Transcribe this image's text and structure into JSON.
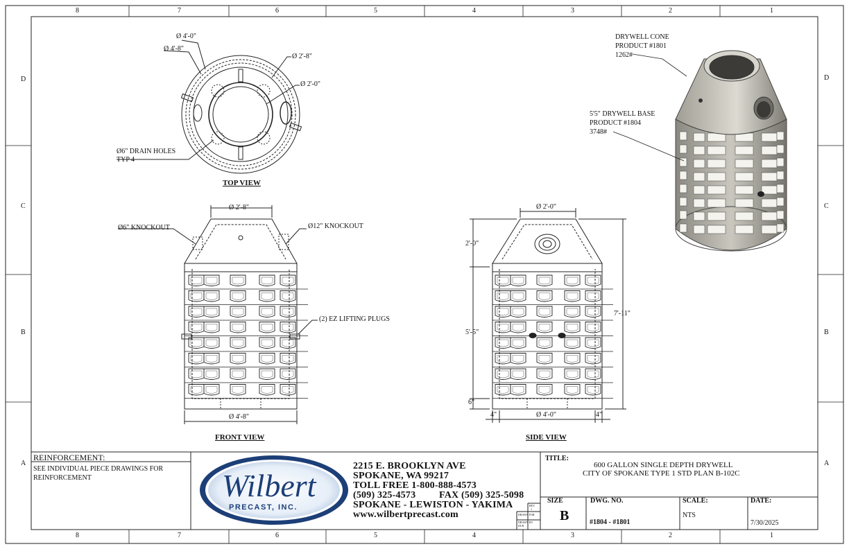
{
  "zones": {
    "columns_top": [
      "8",
      "7",
      "6",
      "5",
      "4",
      "3",
      "2",
      "1"
    ],
    "columns_bottom": [
      "8",
      "7",
      "6",
      "5",
      "4",
      "3",
      "2",
      "1"
    ],
    "rows_left": [
      "D",
      "C",
      "B",
      "A"
    ],
    "rows_right": [
      "D",
      "C",
      "B",
      "A"
    ]
  },
  "top_view": {
    "label": "TOP VIEW",
    "dims": [
      "Ø 4'-0\"",
      "Ø 4'-8\"",
      "Ø 2'-8\"",
      "Ø 2'-0\""
    ],
    "note_drain_line1": "Ø6\" DRAIN HOLES",
    "note_drain_line2": "TYP 4"
  },
  "front_view": {
    "label": "FRONT VIEW",
    "top_dim": "Ø 2'-8\"",
    "bottom_dim": "Ø 4'-8\"",
    "knockout_small": "Ø6\" KNOCKOUT",
    "knockout_large": "Ø12\" KNOCKOUT",
    "lifting": "(2) EZ LIFTING PLUGS"
  },
  "side_view": {
    "label": "SIDE VIEW",
    "top_dim": "Ø 2'-0\"",
    "bottom_dim": "Ø 4'-0\"",
    "cone_height": "2'-0\"",
    "base_height": "5'-5\"",
    "total_height": "7'-11\"",
    "floor": "6\"",
    "wall_left": "4\"",
    "wall_right": "4\""
  },
  "iso_view": {
    "cone_line1": "DRYWELL CONE",
    "cone_line2": "PRODUCT #1801",
    "cone_line3": "1262#",
    "base_line1": "5'5\" DRYWELL BASE",
    "base_line2": "PRODUCT #1804",
    "base_line3": "3748#"
  },
  "title_block": {
    "reinforcement_header": "REINFORCEMENT:",
    "reinforcement_line1": "SEE INDIVIDUAL PIECE DRAWINGS FOR",
    "reinforcement_line2": "REINFORCEMENT",
    "logo_word": "Wilbert",
    "logo_sub": "PRECAST, INC.",
    "address_line1": "2215 E. BROOKLYN AVE",
    "address_line2": "SPOKANE, WA 99217",
    "tollfree": "TOLL FREE 1-800-888-4573",
    "phone": "(509) 325-4573",
    "fax": "FAX (509) 325-5098",
    "cities": "SPOKANE - LEWISTON - YAKIMA",
    "website": "www.wilbertprecast.com",
    "rev_label": "REV.",
    "rev_value": "1",
    "drawn_for_label": "DRAWN FOR",
    "drawn_by_label": "DRAWN BY",
    "drawn_by_value": "DCR",
    "title_label": "TITLE:",
    "title_line1": "600 GALLON SINGLE DEPTH DRYWELL",
    "title_line2": "CITY OF SPOKANE TYPE 1 STD PLAN B-102C",
    "size_label": "SIZE",
    "size_value": "B",
    "dwg_label": "DWG.  NO.",
    "dwg_value": "#1804 - #1801",
    "scale_label": "SCALE:",
    "scale_value": "NTS",
    "date_label": "DATE:",
    "date_value": "7/30/2025"
  }
}
